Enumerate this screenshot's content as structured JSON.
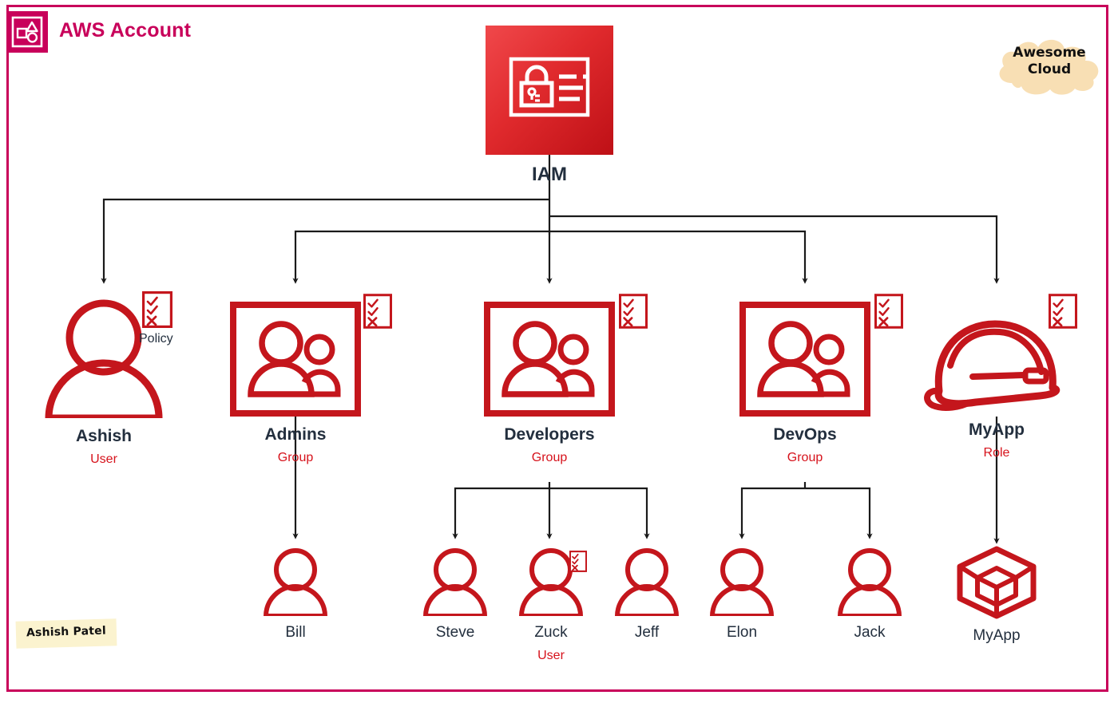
{
  "account": {
    "title": "AWS Account",
    "badge_icon": "aws-account-shapes-icon",
    "frame_color": "#C8005A"
  },
  "branding": {
    "cloud_logo_line1": "Awesome",
    "cloud_logo_line2": "Cloud",
    "cloud_color": "#F8DFB4",
    "watermark": "Ashish Patel",
    "watermark_color": "#FBF3CF"
  },
  "colors": {
    "aws_red": "#D6121B",
    "dark_navy": "#232F3E",
    "line": "#1A1A1A",
    "iam_red_light": "#F0484B",
    "iam_red_dark": "#BE1016"
  },
  "service": {
    "name": "IAM",
    "icon": "iam-padlock-card-icon"
  },
  "nodes": [
    {
      "id": "ashish",
      "title": "Ashish",
      "subtitle": "User",
      "icon": "user-icon",
      "policy": true,
      "policy_label": "Policy"
    },
    {
      "id": "admins",
      "title": "Admins",
      "subtitle": "Group",
      "icon": "group-icon",
      "policy": true,
      "policy_label": ""
    },
    {
      "id": "developers",
      "title": "Developers",
      "subtitle": "Group",
      "icon": "group-icon",
      "policy": true,
      "policy_label": ""
    },
    {
      "id": "devops",
      "title": "DevOps",
      "subtitle": "Group",
      "icon": "group-icon",
      "policy": true,
      "policy_label": ""
    },
    {
      "id": "myapp_role",
      "title": "MyApp",
      "subtitle": "Role",
      "icon": "role-helmet-icon",
      "policy": true,
      "policy_label": ""
    }
  ],
  "members": [
    {
      "id": "bill",
      "title": "Bill",
      "subtitle": "",
      "icon": "user-icon",
      "policy": false,
      "parent": "admins"
    },
    {
      "id": "steve",
      "title": "Steve",
      "subtitle": "",
      "icon": "user-icon",
      "policy": false,
      "parent": "developers"
    },
    {
      "id": "zuck",
      "title": "Zuck",
      "subtitle": "User",
      "icon": "user-icon",
      "policy": true,
      "parent": "developers"
    },
    {
      "id": "jeff",
      "title": "Jeff",
      "subtitle": "",
      "icon": "user-icon",
      "policy": false,
      "parent": "developers"
    },
    {
      "id": "elon",
      "title": "Elon",
      "subtitle": "",
      "icon": "user-icon",
      "policy": false,
      "parent": "devops"
    },
    {
      "id": "jack",
      "title": "Jack",
      "subtitle": "",
      "icon": "user-icon",
      "policy": false,
      "parent": "devops"
    },
    {
      "id": "myapp",
      "title": "MyApp",
      "subtitle": "",
      "icon": "cube-icon",
      "policy": false,
      "parent": "myapp_role"
    }
  ]
}
